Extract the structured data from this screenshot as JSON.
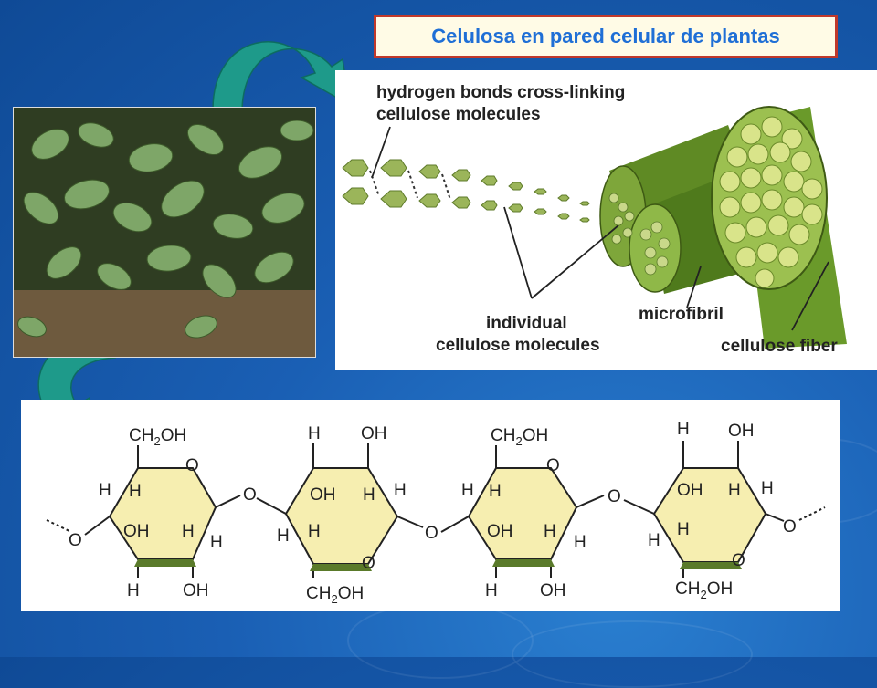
{
  "slide": {
    "title": "Celulosa en pared celular de plantas"
  },
  "fiber_diagram": {
    "label_hbonds_line1": "hydrogen bonds cross-linking",
    "label_hbonds_line2": "cellulose molecules",
    "label_individual_line1": "individual",
    "label_individual_line2": "cellulose molecules",
    "label_microfibril": "microfibril",
    "label_fiber": "cellulose fiber"
  },
  "structure": {
    "ring1": {
      "top": "CH2OH",
      "o_ring": "O",
      "h_left": "H",
      "h_in": "H",
      "oh_in": "OH",
      "h_in2": "H",
      "h_right": "H",
      "h_bottom": "H",
      "oh_bottom": "OH"
    },
    "link1": "O",
    "ring2": {
      "h_top": "H",
      "oh_top": "OH",
      "oh_in": "OH",
      "h_in": "H",
      "h_right": "H",
      "h_left": "H",
      "h_in2": "H",
      "o_ring": "O",
      "bottom": "CH2OH"
    },
    "link2": "O",
    "ring3": {
      "top": "CH2OH",
      "o_ring": "O",
      "h_left": "H",
      "h_in": "H",
      "oh_in": "OH",
      "h_in2": "H",
      "h_right": "H",
      "h_bottom": "H",
      "oh_bottom": "OH"
    },
    "link3": "O",
    "ring4": {
      "h_top": "H",
      "oh_top": "OH",
      "oh_in": "OH",
      "h_in": "H",
      "h_right": "H",
      "h_left": "H",
      "h_in2": "H",
      "o_ring": "O",
      "bottom": "CH2OH"
    },
    "end_o": "O"
  },
  "colors": {
    "background": "#1a5fb4",
    "title_text": "#1f6fd6",
    "title_border": "#c0392b",
    "arrow": "#1e9a8a",
    "ring_fill": "#f6eeb0",
    "fiber_green": "#6a9a2a"
  }
}
